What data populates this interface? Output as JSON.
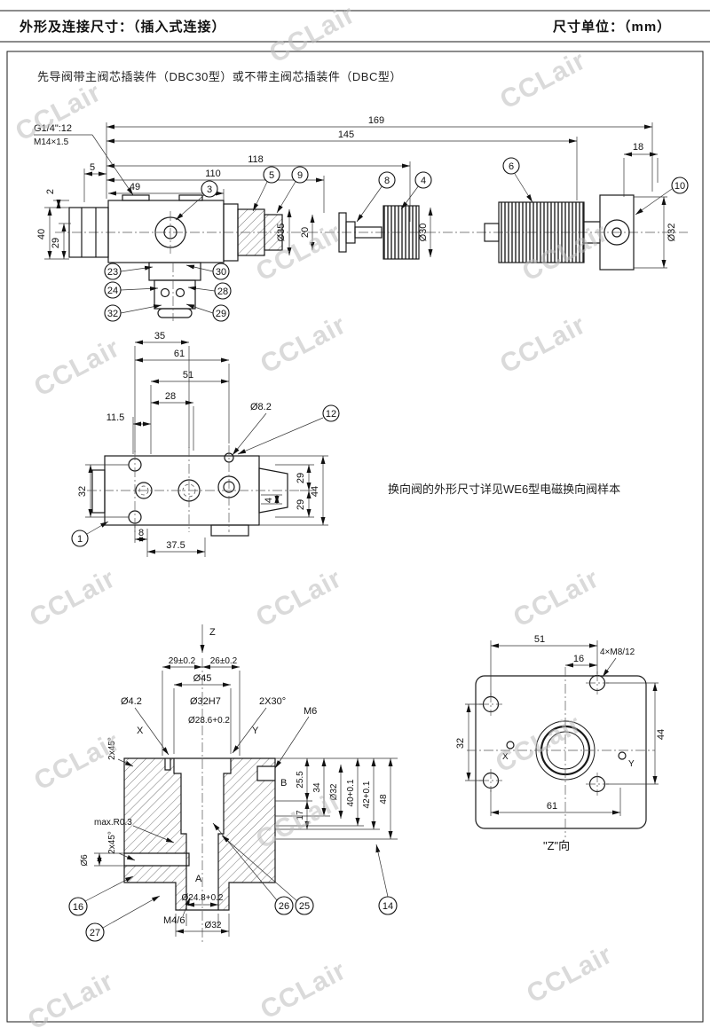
{
  "header": {
    "title": "外形及连接尺寸：（插入式连接）",
    "unit": "尺寸单位：（mm）"
  },
  "subtitle": "先导阀带主阀芯插装件（DBC30型）或不带主阀芯插装件（DBC型）",
  "note": "换向阀的外形尺寸详见WE6型电磁换向阀样本",
  "watermark": "CCLair",
  "view1": {
    "dims": {
      "g14": "G1/4\":12",
      "m14": "M14×1.5",
      "len169": "169",
      "len145": "145",
      "len18": "18",
      "len118": "118",
      "len110": "110",
      "len5": "5",
      "len49": "49",
      "len2": "2",
      "h40": "40",
      "h29": "29",
      "dia35": "Ø35",
      "h20": "20",
      "dia30": "Ø30",
      "dia32": "Ø32"
    },
    "callouts": {
      "c3": "3",
      "c5": "5",
      "c9": "9",
      "c8": "8",
      "c4": "4",
      "c6": "6",
      "c10": "10",
      "c23": "23",
      "c24": "24",
      "c32": "32",
      "c30": "30",
      "c28": "28",
      "c29": "29"
    }
  },
  "view2": {
    "dims": {
      "w35": "35",
      "w61": "61",
      "w51": "51",
      "w28": "28",
      "w115": "11.5",
      "dia82": "Ø8.2",
      "h32": "32",
      "h29a": "29",
      "h44": "44",
      "h4": "4",
      "h29b": "29",
      "w8": "8",
      "w375": "37.5"
    },
    "callouts": {
      "c12": "12",
      "c1": "1"
    }
  },
  "view3": {
    "dims": {
      "z": "Z",
      "w29": "29±0.2",
      "w26": "26±0.2",
      "dia45": "Ø45",
      "dia42": "Ø4.2",
      "dia32h7": "Ø32H7",
      "dia286": "Ø28.6+0.2",
      "cham30": "2X30°",
      "m6": "M6",
      "x": "X",
      "y": "Y",
      "b": "B",
      "a": "A",
      "cham45a": "2x45°",
      "cham45b": "2x45°",
      "h255": "25.5",
      "h34": "34",
      "h17": "17",
      "dia32s": "Ø32",
      "h40": "40+0.1",
      "h42": "42+0.1",
      "h48": "48",
      "r03": "max.R0.3",
      "dia6": "Ø6",
      "dia248": "Ø24.8+0.2",
      "m46": "M4/6",
      "dia32b": "Ø32"
    },
    "callouts": {
      "c16": "16",
      "c27": "27",
      "c26": "26",
      "c25": "25",
      "c14": "14"
    }
  },
  "view4": {
    "dims": {
      "w51": "51",
      "w16": "16",
      "m8": "4×M8/12",
      "h32": "32",
      "h44": "44",
      "w61": "61",
      "x": "X",
      "y": "Y"
    },
    "caption": "\"Z\"向"
  }
}
